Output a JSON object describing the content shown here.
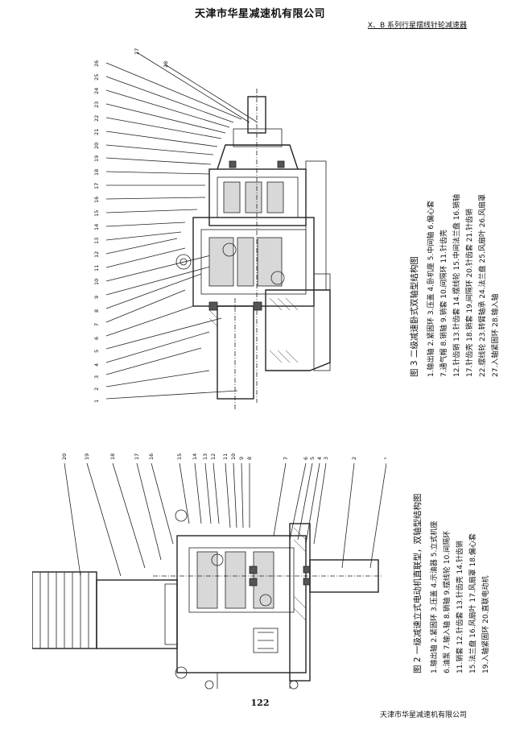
{
  "header": {
    "company": "天津市华星减速机有限公司",
    "series": "X、B 系列行星摆线针轮减速器"
  },
  "figure3": {
    "caption": "图 3  二级减速卧式双轴型结构图",
    "legend_lines": [
      "1.输出轴  2.紧固环  3.压盖  4.卧机座      5.中间轴  6.偏心套",
      "7.通气帽  8.销轴  9.销套  10.间隔环    11.针齿壳",
      "12.针齿销  13.针齿套  14.摆线轮  15.中间法兰盘  16.销轴",
      "17.针齿壳  18.销套  19.间隔环  20.针齿套  21.针齿销",
      "22.摆线轮  23.转臂轴承  24.法兰盘  25.风扇叶  26.风扇罩",
      "27.入轴紧固环  28.输入轴"
    ],
    "callouts": [
      "1",
      "2",
      "3",
      "4",
      "5",
      "6",
      "7",
      "8",
      "9",
      "10",
      "11",
      "12",
      "13",
      "14",
      "15",
      "16",
      "17",
      "18",
      "19",
      "20",
      "21",
      "22",
      "23",
      "24",
      "25",
      "26",
      "27",
      "28"
    ]
  },
  "figure2": {
    "caption": "图 2  一级减速立式电动机直联型，双轴型结构图",
    "legend_lines": [
      "1.输出轴 2.紧固环 3.压盖 4.示油器 5.立式机座",
      "6.油泵 7.输入轴 8.销轴 9.摆线轮 10.间隔环",
      "11.销套 12.针齿套 13.针齿壳 14.针齿销",
      "15.法兰盘 16.风扇叶 17.风扇罩 18.偏心套",
      "19.入轴紧固环 20.直联电动机"
    ],
    "callouts": [
      "1",
      "2",
      "3",
      "4",
      "5",
      "6",
      "7",
      "8",
      "9",
      "10",
      "11",
      "12",
      "13",
      "14",
      "15",
      "16",
      "17",
      "18",
      "19",
      "20"
    ]
  },
  "footer": {
    "page_number": "122",
    "company": "天津市华星减速机有限公司"
  }
}
